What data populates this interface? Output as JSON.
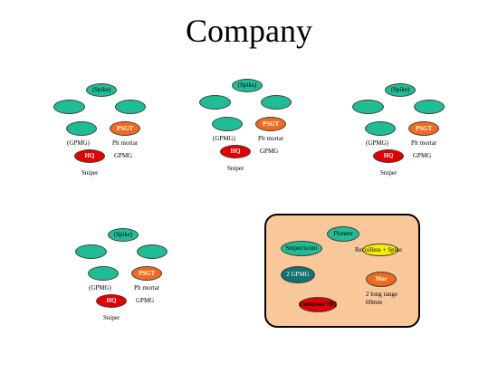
{
  "title": "Company",
  "platoons": [
    {
      "spike": "(Spike)",
      "psgt": "PSGT",
      "gpmg": "(GPMG)",
      "plt_mortar": "Plt mortar",
      "hq": "HQ",
      "gpmg_second": "GPMG",
      "sniper": "Sniper"
    },
    {
      "spike": "(Spike)",
      "psgt": "PSGT",
      "gpmg": "(GPMG)",
      "plt_mortar": "Plt mortar",
      "hq": "HQ",
      "gpmg_second": "GPMG",
      "sniper": "Sniper"
    },
    {
      "spike": "(Spike)",
      "psgt": "PSGT",
      "gpmg": "(GPMG)",
      "plt_mortar": "Plt mortar",
      "hq": "HQ",
      "gpmg_second": "GPMG",
      "sniper": "Sniper"
    },
    {
      "spike": "(Spike)",
      "psgt": "PSGT",
      "gpmg": "(GPMG)",
      "plt_mortar": "Plt mortar",
      "hq": "HQ",
      "gpmg_second": "GPMG",
      "sniper": "Sniper"
    }
  ],
  "company_hq": {
    "pioneer": "Pioneer",
    "sniper_scout": "Sniper/scout",
    "recoilless": "Recoilless + Spike",
    "gpmg": "2 GPMG",
    "mor": "Mor",
    "mor_note_line1": "2 long range",
    "mor_note_line2": "60mm",
    "company_hq": "Company HQ"
  },
  "colors": {
    "squad": "#1fbd96",
    "psgt": "#f26a1b",
    "hq": "#e40000",
    "hq_box": "#f8c89a",
    "gpmg_team": "#137272",
    "recoilless": "#f6ee00"
  }
}
